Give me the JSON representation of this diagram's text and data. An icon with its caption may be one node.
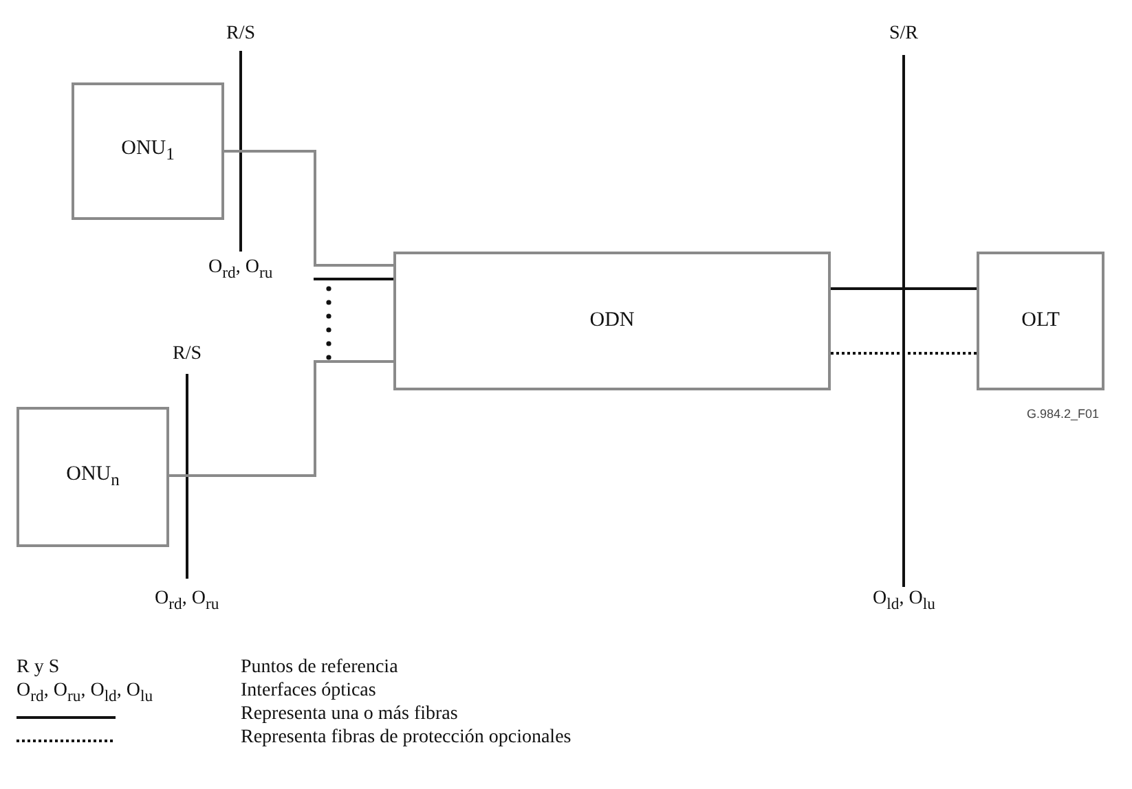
{
  "diagram": {
    "nodes": [
      {
        "text": [
          "ONU$_{1}$"
        ]
      },
      {
        "text": [
          "ONU$_{n}$"
        ]
      },
      {
        "text": [
          "ODN"
        ]
      },
      {
        "text": [
          "OLT"
        ]
      }
    ],
    "edges": [
      {
        "from": 0,
        "to": 2,
        "arrow": "none"
      },
      {
        "from": 1,
        "to": 2,
        "arrow": "none"
      },
      {
        "from": 2,
        "to": 3,
        "arrow": "none",
        "color": "#111111"
      },
      {
        "from": 2,
        "to": 3,
        "arrow": "none",
        "style": "dashed",
        "color": "#111111"
      }
    ],
    "labels": [
      "R/S",
      "S/R",
      "O$_{rd}$, O$_{ru}$",
      "R/S",
      "G.984.2_F01",
      "O$_{rd}$, O$_{ru}$",
      "O$_{ld}$, O$_{lu}$",
      "R y S",
      "O$_{rd}$, O$_{ru}$, O$_{ld}$, O$_{lu}$"
    ],
    "legend": [
      {
        "text": "Puntos de referencia"
      },
      {
        "text": "Interfaces ópticas"
      },
      {
        "text": "Representa una o más fibras"
      },
      {
        "text": "Representa fibras de protección opcionales"
      }
    ]
  }
}
